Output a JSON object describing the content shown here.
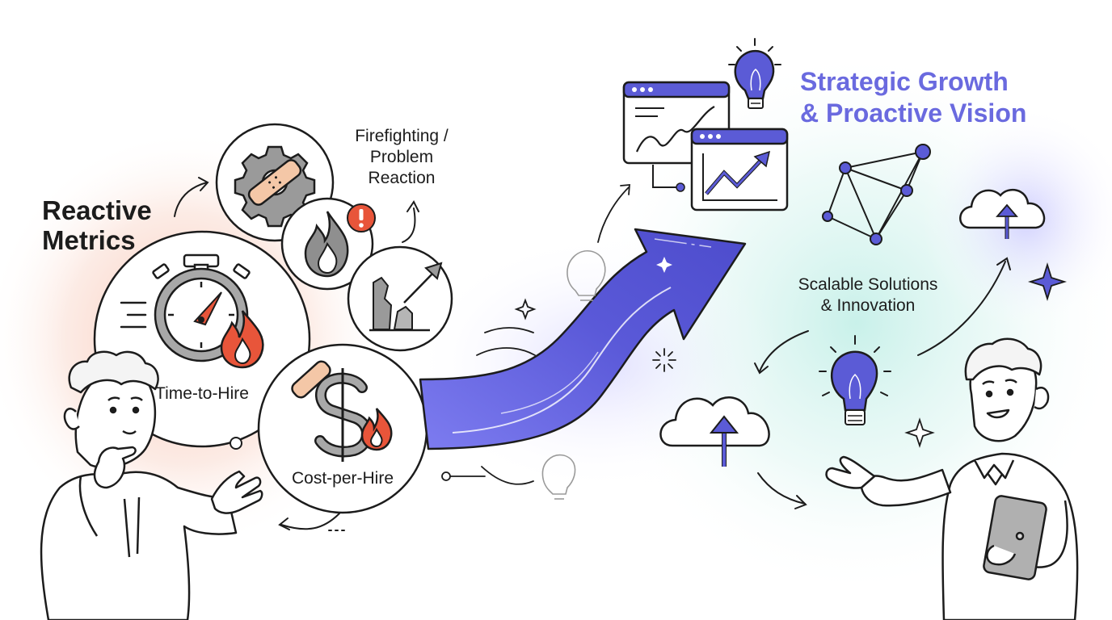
{
  "left": {
    "title_line1": "Reactive",
    "title_line2": "Metrics",
    "firefighting_line1": "Firefighting /",
    "firefighting_line2": "Problem",
    "firefighting_line3": "Reaction",
    "time_label": "Time-to-Hire",
    "cost_label": "Cost-per-Hire"
  },
  "right": {
    "title_line1": "Strategic Growth",
    "title_line2": "& Proactive Vision",
    "scalable_line1": "Scalable Solutions",
    "scalable_line2": "& Innovation"
  },
  "colors": {
    "accent": "#5b5bd6",
    "title_right": "#6a6adf",
    "warm_glow": "#f6b8a3",
    "cool_glow": "#a8ece0",
    "fire": "#e8553a",
    "ink": "#1c1c1c"
  },
  "icons": [
    "gear-bandage-icon",
    "fire-icon",
    "alert-icon",
    "broken-chart-icon",
    "stopwatch-icon",
    "dollar-bandage-icon",
    "growth-arrow-icon",
    "browser-chart-icon",
    "lightbulb-icon",
    "network-icon",
    "cloud-upload-icon",
    "sparkle-icon",
    "person-thinking",
    "person-presenting",
    "tablet-icon"
  ]
}
